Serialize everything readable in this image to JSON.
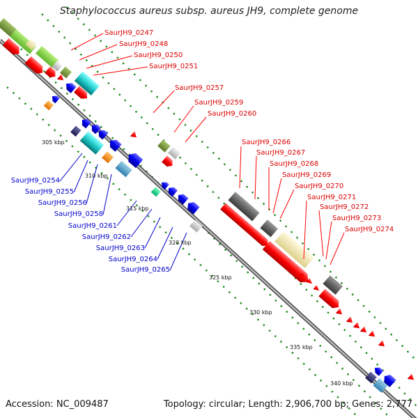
{
  "title": "Staphylococcus aureus subsp. aureus JH9, complete genome",
  "footer": {
    "accession": "Accession: NC_009487",
    "summary": "Topology: circular; Length: 2,906,700 bp; Genes: 2,777"
  },
  "ticks": [
    "305 kbp",
    "310 kbp",
    "315 kbp",
    "320 kbp",
    "325 kbp",
    "330 kbp",
    "335 kbp",
    "340 kbp"
  ],
  "red_labels": [
    "SaurJH9_0247",
    "SaurJH9_0248",
    "SaurJH9_0250",
    "SaurJH9_0251",
    "SaurJH9_0257",
    "SaurJH9_0259",
    "SaurJH9_0260",
    "SaurJH9_0266",
    "SaurJH9_0267",
    "SaurJH9_0268",
    "SaurJH9_0269",
    "SaurJH9_0270",
    "SaurJH9_0271",
    "SaurJH9_0272",
    "SaurJH9_0273",
    "SaurJH9_0274"
  ],
  "blue_labels": [
    "SaurJH9_0254",
    "SaurJH9_0255",
    "SaurJH9_0256",
    "SaurJH9_0258",
    "SaurJH9_0261",
    "SaurJH9_0262",
    "SaurJH9_0263",
    "SaurJH9_0264",
    "SaurJH9_0265"
  ],
  "colors": {
    "red": "#ff0000",
    "blue": "#0000ee",
    "backbone": "#888888",
    "green_dots": "#1a8a1a"
  }
}
